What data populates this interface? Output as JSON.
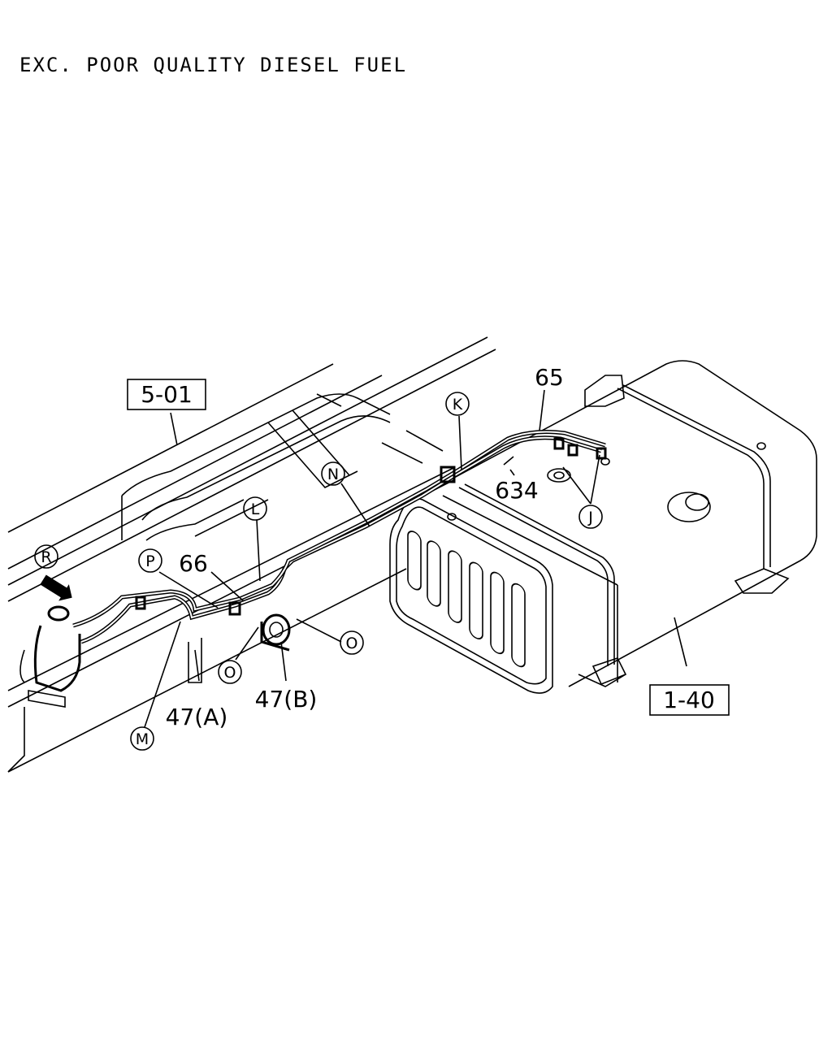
{
  "title": "EXC. POOR QUALITY DIESEL FUEL",
  "boxed_refs": {
    "frame": "5-01",
    "tank": "1-40"
  },
  "part_numbers": {
    "p65": "65",
    "p634": "634",
    "p66": "66",
    "p47a": "47(A)",
    "p47b": "47(B)"
  },
  "circle_refs": {
    "K": "K",
    "N": "N",
    "L": "L",
    "R": "R",
    "P": "P",
    "J": "J",
    "O1": "O",
    "O2": "O",
    "M": "M"
  }
}
